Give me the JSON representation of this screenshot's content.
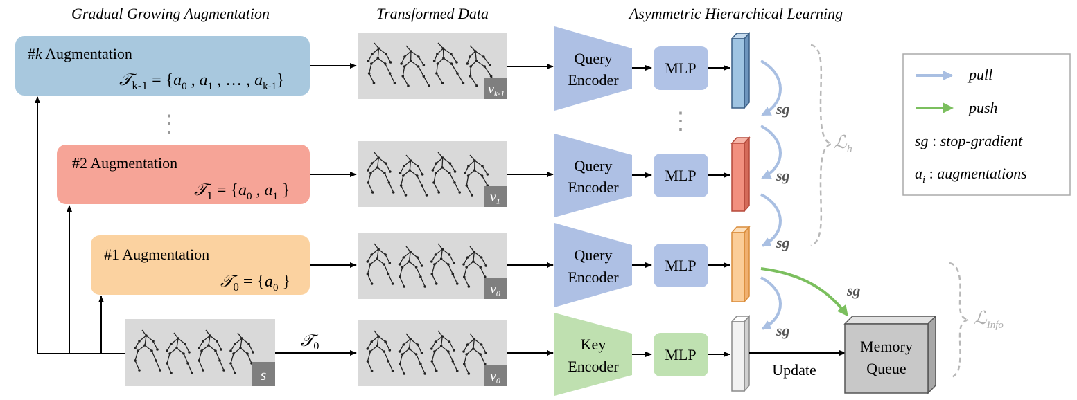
{
  "headings": {
    "augmentation": "Gradual Growing Augmentation",
    "transformed": "Transformed Data",
    "asymmetric": "Asymmetric Hierarchical Learning"
  },
  "aug_boxes": [
    {
      "title_prefix": "#",
      "title_k": "k",
      "title_suffix": " Augmentation",
      "set_symbol": "T",
      "set_sub": "k-1",
      "set_rest": "= {a",
      "set_items": "0 , a1 , … , ak-1}"
    },
    {
      "title_prefix": "#2 Augmentation"
    },
    {
      "title_prefix": "#1 Augmentation"
    }
  ],
  "aug_texts": {
    "k_title": "#k Augmentation",
    "k_hash": "#",
    "k_k": "k",
    "k_aug": "Augmentation",
    "k_set": "𝒯",
    "k_set_sub": "k-1",
    "k_eq": "= {",
    "k_a": "a",
    "k_a0": "0",
    "k_comma1": " , ",
    "k_a1": "1",
    "k_dots": " , … , ",
    "k_ak": "k-1",
    "k_close": "}",
    "two_title": "#2 Augmentation",
    "two_set": "𝒯",
    "two_sub": "1",
    "two_eq": "= {",
    "two_a0": "0",
    "two_a1": "1",
    "two_close": "}",
    "one_title": "#1 Augmentation",
    "one_set": "𝒯",
    "one_sub": "0",
    "one_eq": "= {",
    "one_a0": "0",
    "one_close": "}",
    "vdots": "⋮"
  },
  "views": {
    "vk": "v",
    "vk_sub": "k-1",
    "v1": "v",
    "v1_sub": "1",
    "v0": "v",
    "v0_sub": "0",
    "v0b": "v",
    "v0b_sub": "0",
    "s": "s"
  },
  "source_transform": {
    "symbol": "𝒯",
    "sub": "0"
  },
  "encoders": {
    "query_line1": "Query",
    "query_line2": "Encoder",
    "key_line1": "Key",
    "key_line2": "Encoder"
  },
  "mlp_label": "MLP",
  "sg_label": "sg",
  "loss_h": {
    "symbol": "ℒ",
    "sub": "h"
  },
  "loss_info": {
    "symbol": "ℒ",
    "sub": "Info"
  },
  "update_label": "Update",
  "memory_queue": {
    "line1": "Memory",
    "line2": "Queue"
  },
  "legend": {
    "pull": "pull",
    "push": "push",
    "sg_key": "sg",
    "sg_desc": "stop-gradient",
    "a_key": "a",
    "a_sub": "i",
    "a_desc": "augmentations",
    "colon": ":"
  },
  "colors": {
    "box_k": "#a8c8de",
    "box_2": "#f6a497",
    "box_1": "#fbd2a0",
    "panel": "#d9d9d9",
    "encoder_query": "#aec0e4",
    "encoder_key": "#bfe0b0",
    "mlp_query": "#b0c2e6",
    "mlp_key": "#bfe1b1",
    "feat_blue": "#9fc4e2",
    "feat_red": "#f2907f",
    "feat_orange": "#fbcd98",
    "feat_white": "#f2f2f2",
    "pull_arrow": "#a9bfe2",
    "push_arrow": "#7bbf5e",
    "loss_bracket": "#b8b8b8",
    "memory": "#c8c8c8"
  }
}
